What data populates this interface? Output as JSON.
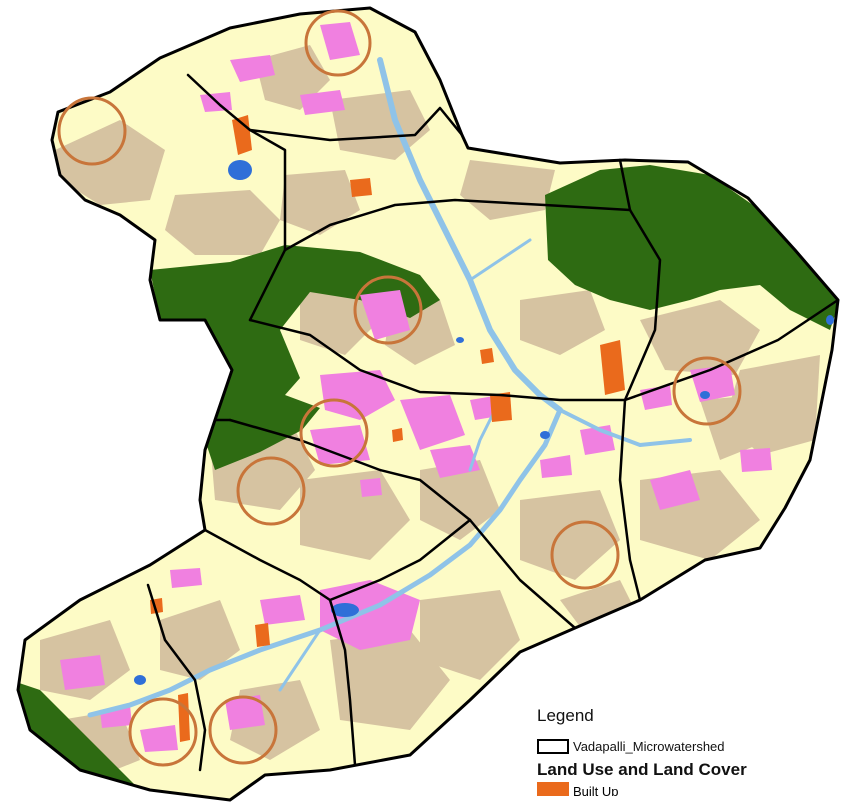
{
  "legend": {
    "title": "Legend",
    "boundary_label": "Vadapalli_Microwatershed",
    "lulc_heading": "Land Use and Land Cover",
    "partial_class_label": "Built Up"
  },
  "colors": {
    "crop": "#fdfbc6",
    "fallow": "#d6c3a1",
    "forest": "#2e6b12",
    "plantation": "#f080e0",
    "built_up": "#ea6a1c",
    "water": "#2f6fd8",
    "river": "#8fc3e8",
    "circle": "#c8753a",
    "boundary": "#000000"
  },
  "icons": {
    "legend_boundary": "outline-rectangle-icon",
    "legend_built_up": "orange-fill-swatch-icon"
  }
}
